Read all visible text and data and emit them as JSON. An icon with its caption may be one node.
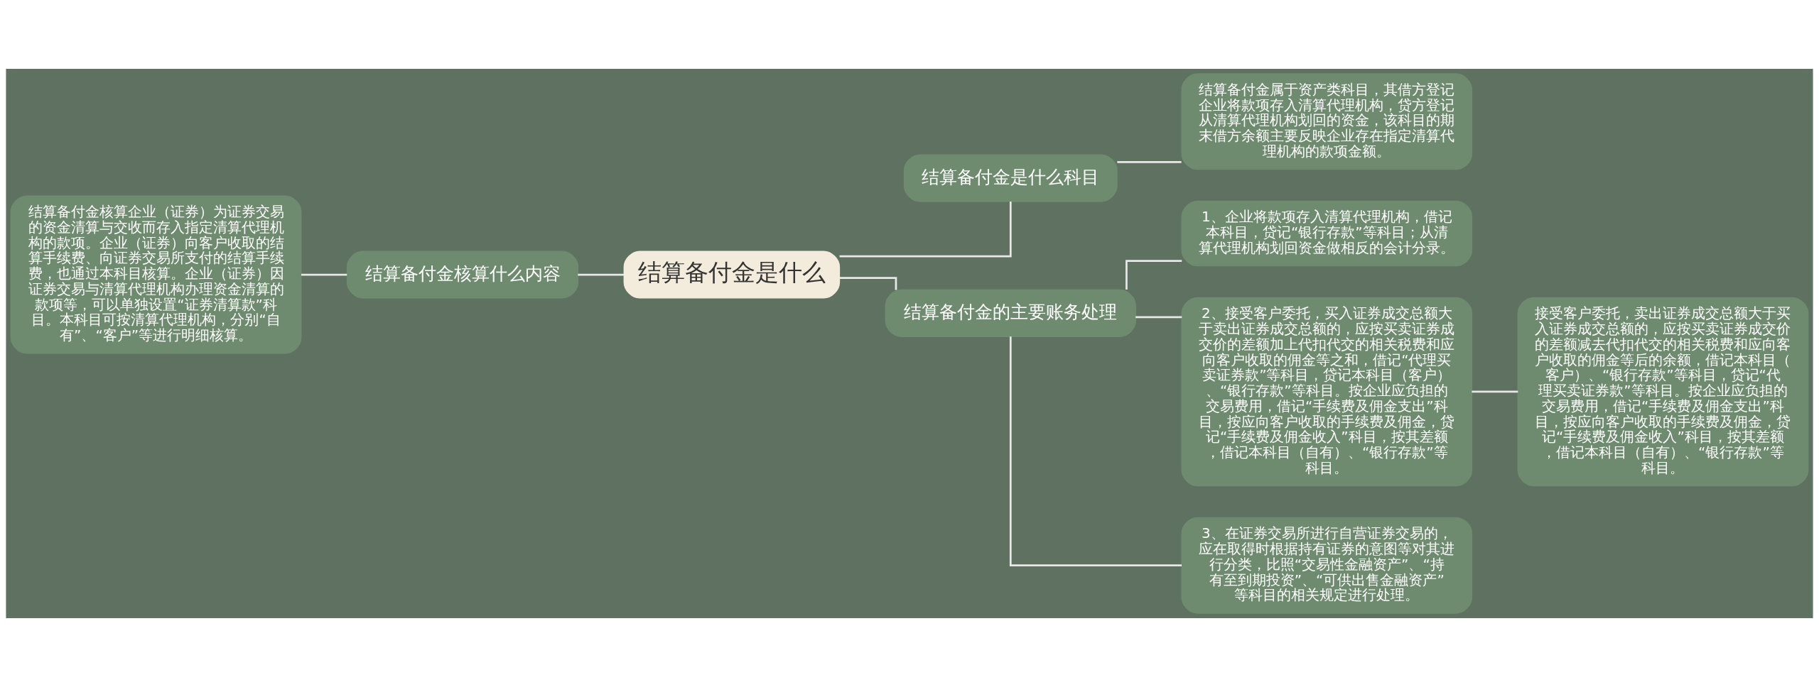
{
  "diagram": {
    "nodes": [
      {
        "text": [
          "结算备付金是什么"
        ]
      },
      {
        "text": [
          "结算备付金核算什么内容"
        ]
      },
      {
        "text": [
          "结算备付金核算企业（证券）为证券交易的资金清算与交收而存入指定清算代理机构的款项。企业（证券）向客户收取的结算手续费、向证券交易所支付的结算手续费，也通过本科目核算。企业（证券）因证券交易与清算代理机构办理资金清算的款项等，可以单独设置“证券清算款”科目。本科目可按清算代理机构，分别“自有”、“客户”等进行明细核算。"
        ]
      },
      {
        "text": [
          "结算备付金是什么科目"
        ]
      },
      {
        "text": [
          "结算备付金属于资产类科目，其借方登记企业将款项存入清算代理机构，贷方登记从清算代理机构划回的资金，该科目的期末借方余额主要反映企业存在指定清算代理机构的款项金额。"
        ]
      },
      {
        "text": [
          "结算备付金的主要账务处理"
        ]
      },
      {
        "text": [
          "1、企业将款项存入清算代理机构，借记本科目，贷记“银行存款”等科目；从清算代理机构划回资金做相反的会计分录。"
        ]
      },
      {
        "text": [
          "2、接受客户委托，买入证券成交总额大于卖出证券成交总额的，应按买卖证券成交价的差额加上代扣代交的相关税费和应向客户收取的佣金等之和，借记“代理买卖证券款”等科目，贷记本科目（客户）、“银行存款”等科目。按企业应负担的交易费用，借记“手续费及佣金支出”科目，按应向客户收取的手续费及佣金，贷记“手续费及佣金收入”科目，按其差额，借记本科目（自有）、“银行存款”等科目。"
        ]
      },
      {
        "text": [
          "接受客户委托，卖出证券成交总额大于买入证券成交总额的，应按买卖证券成交价的差额减去代扣代交的相关税费和应向客户收取的佣金等后的余额，借记本科目（客户）、“银行存款”等科目，贷记“代理买卖证券款”等科目。按企业应负担的交易费用，借记“手续费及佣金支出”科目，按应向客户收取的手续费及佣金，贷记“手续费及佣金收入”科目，按其差额，借记本科目（自有）、“银行存款”等科目。"
        ]
      },
      {
        "text": [
          "3、在证券交易所进行自营证券交易的，应在取得时根据持有证券的意图等对其进行分类，比照“交易性金融资产”、“持有至到期投资”、“可供出售金融资产”等科目的相关规定进行处理。"
        ]
      }
    ],
    "edges": [
      {
        "from": 0,
        "to": 1,
        "arrow": "none"
      },
      {
        "from": 1,
        "to": 2,
        "arrow": "none"
      },
      {
        "from": 0,
        "to": 3,
        "arrow": "none"
      },
      {
        "from": 3,
        "to": 4,
        "arrow": "none"
      },
      {
        "from": 0,
        "to": 5,
        "arrow": "none"
      },
      {
        "from": 5,
        "to": 6,
        "arrow": "none"
      },
      {
        "from": 5,
        "to": 7,
        "arrow": "none"
      },
      {
        "from": 7,
        "to": 8,
        "arrow": "none"
      },
      {
        "from": 5,
        "to": 9,
        "arrow": "none"
      }
    ]
  }
}
